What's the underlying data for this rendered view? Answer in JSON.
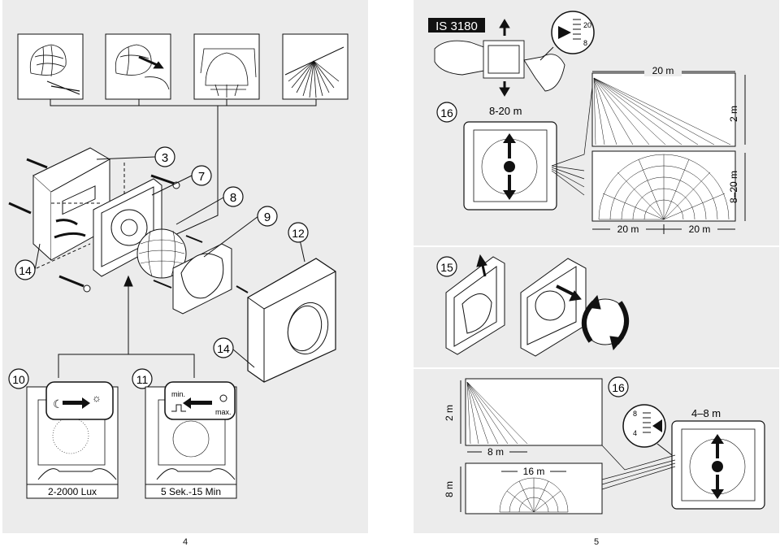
{
  "left_page": {
    "callouts": [
      "3",
      "7",
      "8",
      "9",
      "12",
      "14",
      "14",
      "10",
      "11"
    ],
    "panel_10_caption": "2-2000 Lux",
    "panel_11_caption": "5 Sek.-15 Min",
    "panel_11_min": "min.",
    "panel_11_max": "max.",
    "page_number": "4"
  },
  "right_page": {
    "model_label": "IS 3180",
    "dial_top_values": [
      "20",
      "8"
    ],
    "section_top": {
      "callout": "16",
      "range_label": "8-20 m",
      "side_width_label": "20 m",
      "side_height_label": "2 m",
      "top_height_label": "8–20 m",
      "top_left_label": "20 m",
      "top_right_label": "20 m"
    },
    "section_mid": {
      "callout": "15"
    },
    "section_bottom": {
      "callout": "16",
      "range_label": "4–8 m",
      "side_height_label": "2 m",
      "side_width_label": "8 m",
      "top_width_label": "16 m",
      "top_height_label": "8 m",
      "dial_values": [
        "8",
        "4"
      ]
    },
    "page_number": "5"
  },
  "colors": {
    "page_bg": "#ececec",
    "line": "#111111",
    "label_bg": "#111111",
    "label_fg": "#ffffff"
  }
}
